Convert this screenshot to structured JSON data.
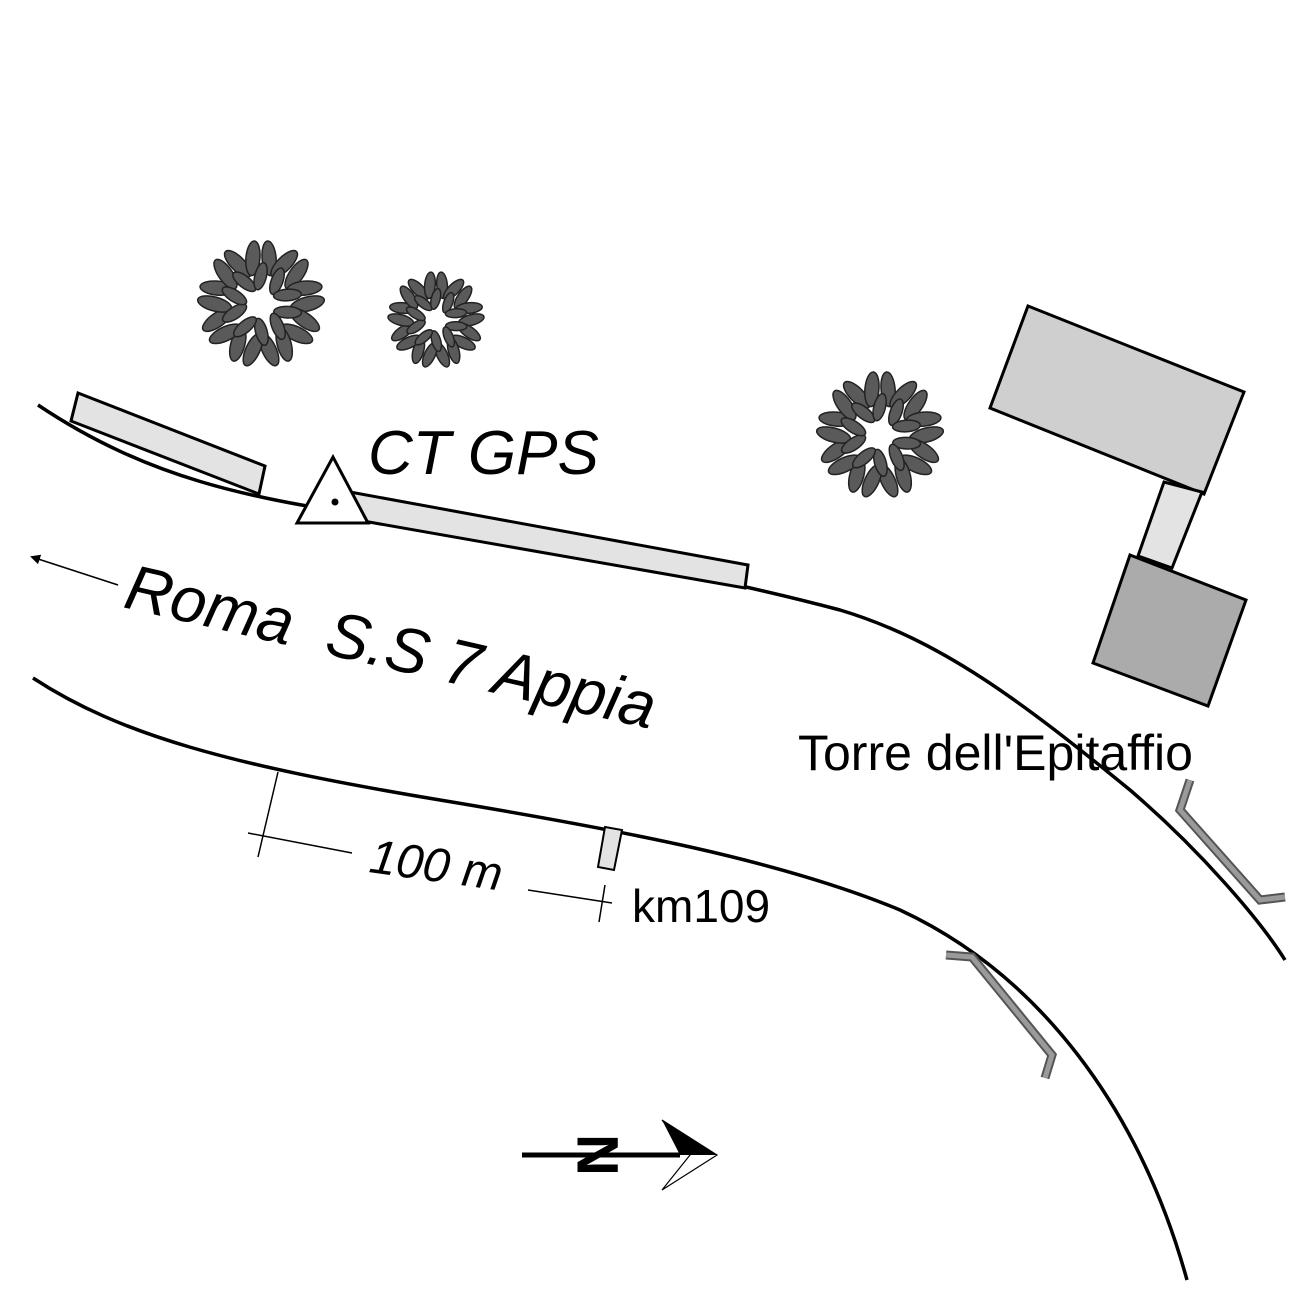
{
  "labels": {
    "station": "CT GPS",
    "road": "Roma  S.S 7 Appia",
    "place": "Torre dell'Epitaffio",
    "scale": "100 m",
    "milestone": "km109"
  },
  "north_arrow": {
    "letter": "N"
  },
  "colors": {
    "line": "#000000",
    "wall": "#e3e3e3",
    "building_light": "#cfcfcf",
    "building_dark": "#ababab",
    "connector": "#e3e3e3",
    "tree": "#5a5a5a",
    "guardrail": "#9a9a9a"
  }
}
